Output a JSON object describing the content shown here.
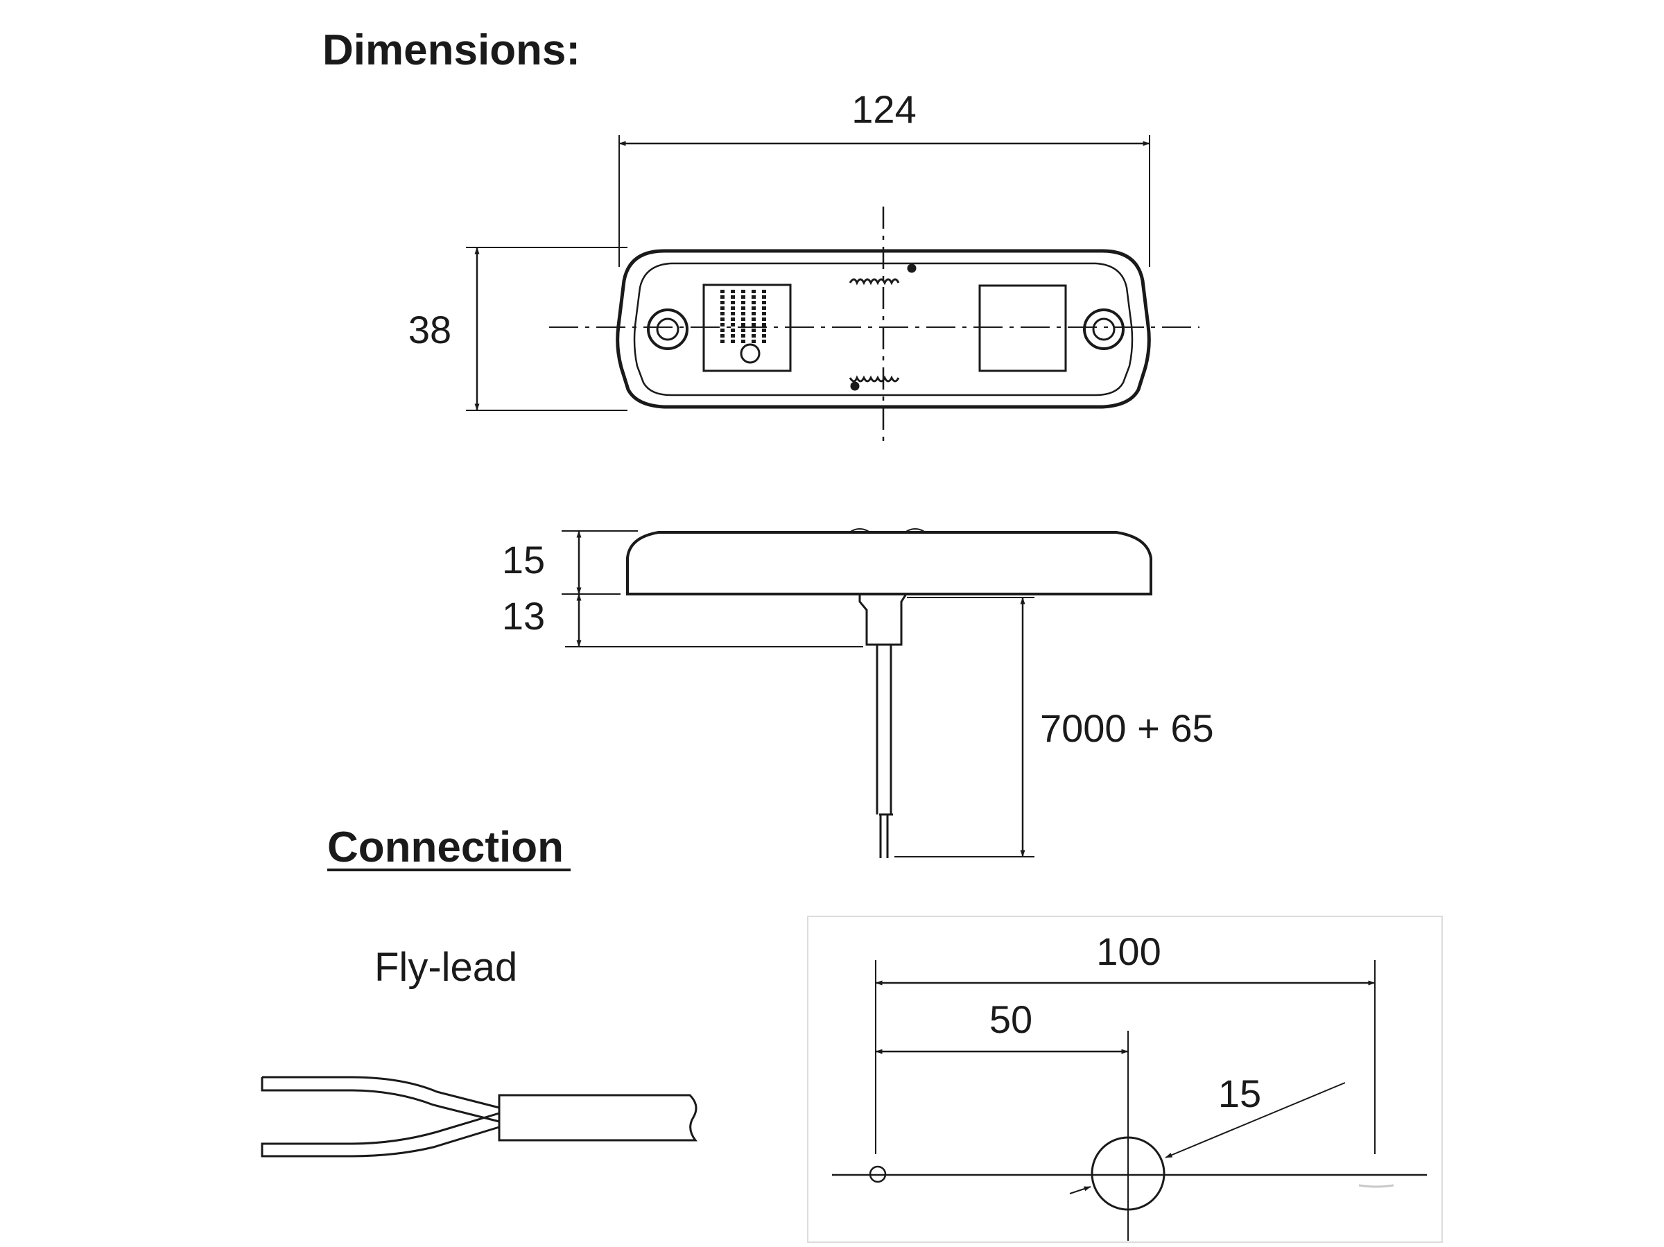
{
  "headings": {
    "dimensions": "Dimensions:",
    "connection": "Connection",
    "fly_lead": "Fly-lead"
  },
  "top_view": {
    "width": "124",
    "height": "38"
  },
  "side_view": {
    "body_height": "15",
    "plug_height": "13",
    "lead_length": "7000 + 65"
  },
  "mounting_template": {
    "span": "100",
    "center_offset": "50",
    "hole_diameter": "15"
  },
  "colors": {
    "ink": "#1a1a1a",
    "background": "#ffffff"
  }
}
